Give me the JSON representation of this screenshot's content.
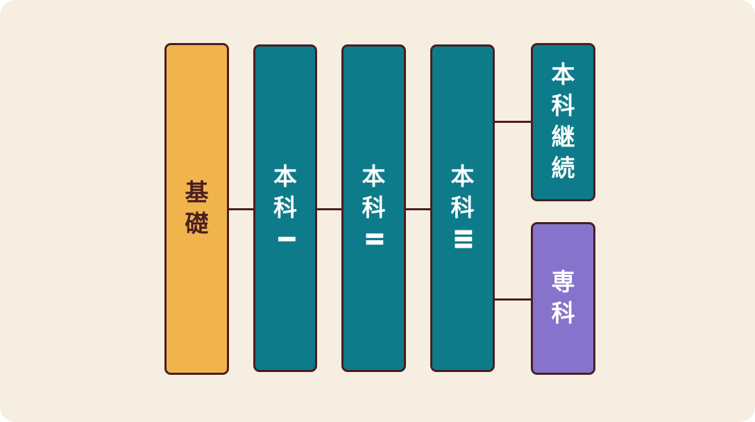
{
  "canvas": {
    "background_color": "#f6eee1",
    "line_color": "#4a1d22"
  },
  "diagram": {
    "type": "flowchart",
    "direction": "left-to-right",
    "nodes": [
      {
        "id": "kiso",
        "label": "基礎",
        "color": "#f1b44c",
        "text_color": "#4a1d22"
      },
      {
        "id": "honka1",
        "label": "本科Ⅰ",
        "color": "#0d7b8a",
        "text_color": "#ffffff"
      },
      {
        "id": "honka2",
        "label": "本科Ⅱ",
        "color": "#0d7b8a",
        "text_color": "#ffffff"
      },
      {
        "id": "honka3",
        "label": "本科Ⅲ",
        "color": "#0d7b8a",
        "text_color": "#ffffff"
      },
      {
        "id": "keizoku",
        "label": "本科継続",
        "color": "#0d7b8a",
        "text_color": "#ffffff"
      },
      {
        "id": "senka",
        "label": "専科",
        "color": "#8673cb",
        "text_color": "#ffffff"
      }
    ],
    "edges": [
      {
        "from": "kiso",
        "to": "honka1"
      },
      {
        "from": "honka1",
        "to": "honka2"
      },
      {
        "from": "honka2",
        "to": "honka3"
      },
      {
        "from": "honka3",
        "to": "keizoku"
      },
      {
        "from": "honka3",
        "to": "senka"
      }
    ]
  }
}
